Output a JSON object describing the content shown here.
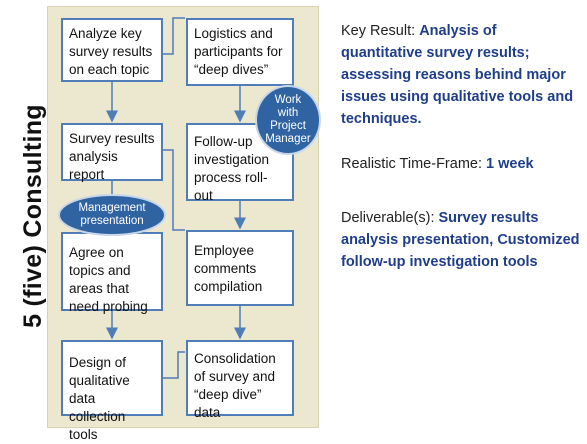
{
  "side_title": "5 (five) Consulting Days",
  "left_column": [
    "Analyze key survey results on each topic",
    "Survey results analysis report",
    "Agree on topics and areas that need probing",
    "Design of qualitative data collection tools"
  ],
  "right_column": [
    "Logistics and participants for “deep dives”",
    "Follow-up investigation process roll-out",
    "Employee comments compilation",
    "Consolidation of survey and “deep dive” data"
  ],
  "callout_work": "Work with Project Manager",
  "callout_mgmt": "Management presentation",
  "key_result": {
    "label": "Key Result:",
    "text": "Analysis of quantitative survey results; assessing reasons behind major issues using qualitative tools and techniques."
  },
  "timeframe": {
    "label": "Realistic Time-Frame:",
    "text": "1 week"
  },
  "deliverables": {
    "label": "Deliverable(s):",
    "text": "Survey results analysis presentation, Customized follow-up investigation tools"
  },
  "colors": {
    "panel": "#ece7cf",
    "box_border": "#4f7db7",
    "ellipse": "#2f63a2",
    "accent": "#1f3e8a"
  }
}
